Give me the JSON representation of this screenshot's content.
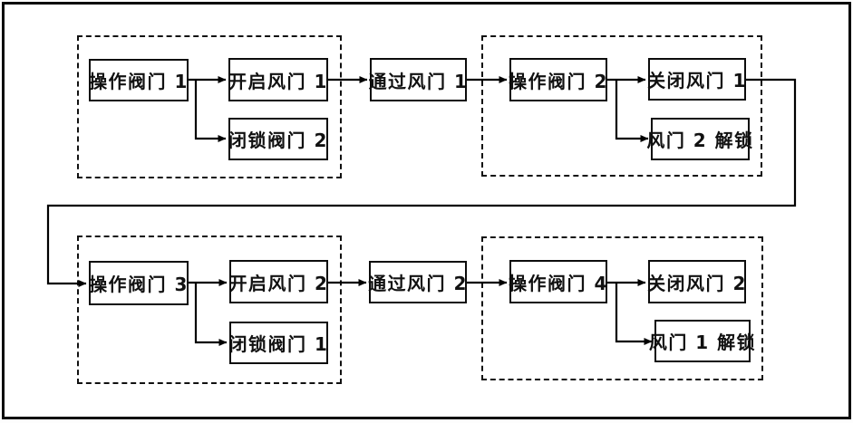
{
  "diagram": {
    "type": "flowchart",
    "description_note": "mine ventilation air-door interlock operation flow",
    "colors": {
      "line": "#000000",
      "background": "#ffffff",
      "box_border": "#0c0c0c",
      "box_background": "#ffffff"
    }
  },
  "boxes": {
    "operate_valve_1": "操作阀门 1",
    "open_damper_1": "开启风门 1",
    "lock_valve_2": "闭锁阀门 2",
    "pass_damper_1": "通过风门 1",
    "operate_valve_2": "操作阀门 2",
    "close_damper_1": "关闭风门 1",
    "damper_2_unlock": "风门 2 解锁",
    "operate_valve_3": "操作阀门 3",
    "open_damper_2": "开启风门 2",
    "lock_valve_1": "闭锁阀门 1",
    "pass_damper_2": "通过风门 2",
    "operate_valve_4": "操作阀门 4",
    "close_damper_2": "关闭风门 2",
    "damper_1_unlock": "风门 1 解锁"
  }
}
